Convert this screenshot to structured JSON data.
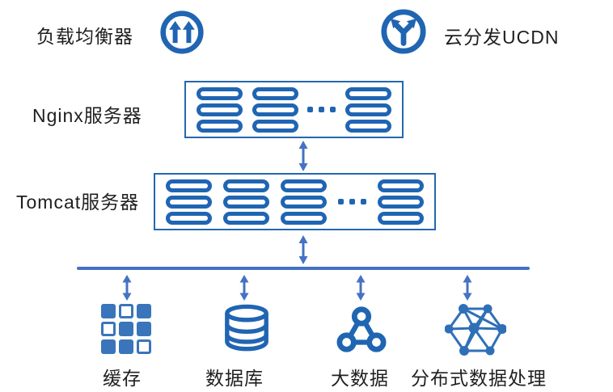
{
  "colors": {
    "icon_blue": "#2065b2",
    "arrow_blue": "#4472c4",
    "box_border_blue": "#2368ae",
    "grid_blue": "#3a75bb",
    "text": "#1f1f1f"
  },
  "top": {
    "load_balancer_label": "负载均衡器",
    "cdn_label": "云分发UCDN"
  },
  "layers": {
    "nginx": {
      "label": "Nginx服务器",
      "visible_server_stacks": 3,
      "has_ellipsis": true
    },
    "tomcat": {
      "label": "Tomcat服务器",
      "visible_server_stacks": 4,
      "has_ellipsis": true
    }
  },
  "bottom": {
    "items": [
      {
        "label": "缓存",
        "icon": "cache-grid-icon"
      },
      {
        "label": "数据库",
        "icon": "database-icon"
      },
      {
        "label": "大数据",
        "icon": "big-data-icon"
      },
      {
        "label": "分布式数据处理",
        "icon": "distributed-processing-icon"
      }
    ]
  }
}
